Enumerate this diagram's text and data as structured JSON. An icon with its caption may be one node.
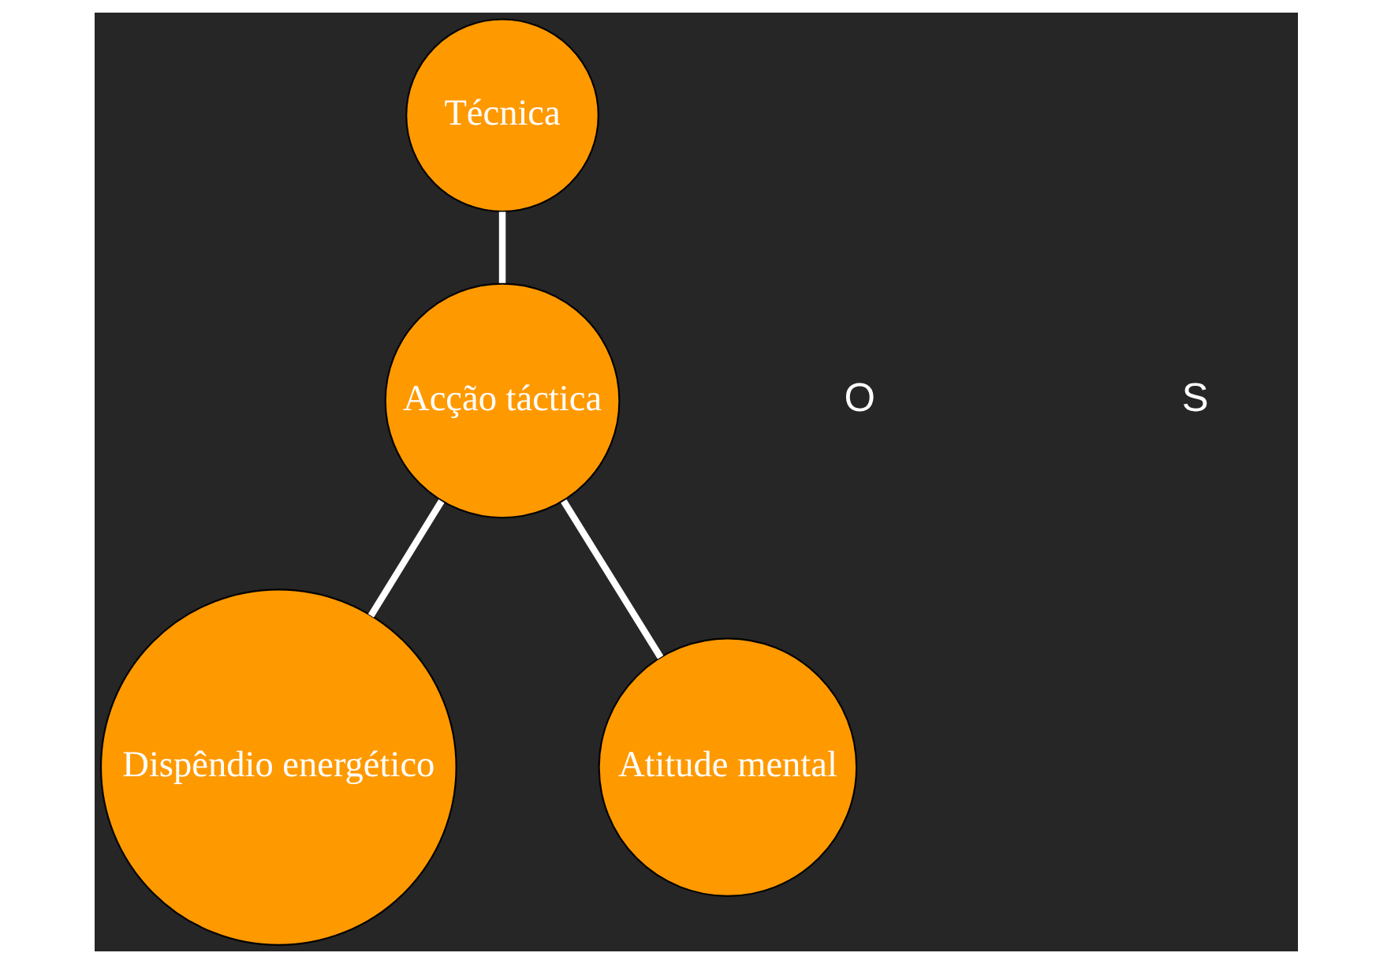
{
  "diagram": {
    "nodes": [
      {
        "text": [
          "Técnica"
        ]
      },
      {
        "text": [
          "Acção táctica"
        ]
      },
      {
        "text": [
          "Dispêndio energético"
        ]
      },
      {
        "text": [
          "Atitude mental"
        ]
      }
    ],
    "edges": [
      {
        "from": 0,
        "to": 1,
        "arrow": "none"
      },
      {
        "from": 1,
        "to": 2,
        "arrow": "none"
      },
      {
        "from": 1,
        "to": 3,
        "arrow": "none"
      }
    ],
    "labels": [
      "O",
      "S"
    ]
  }
}
